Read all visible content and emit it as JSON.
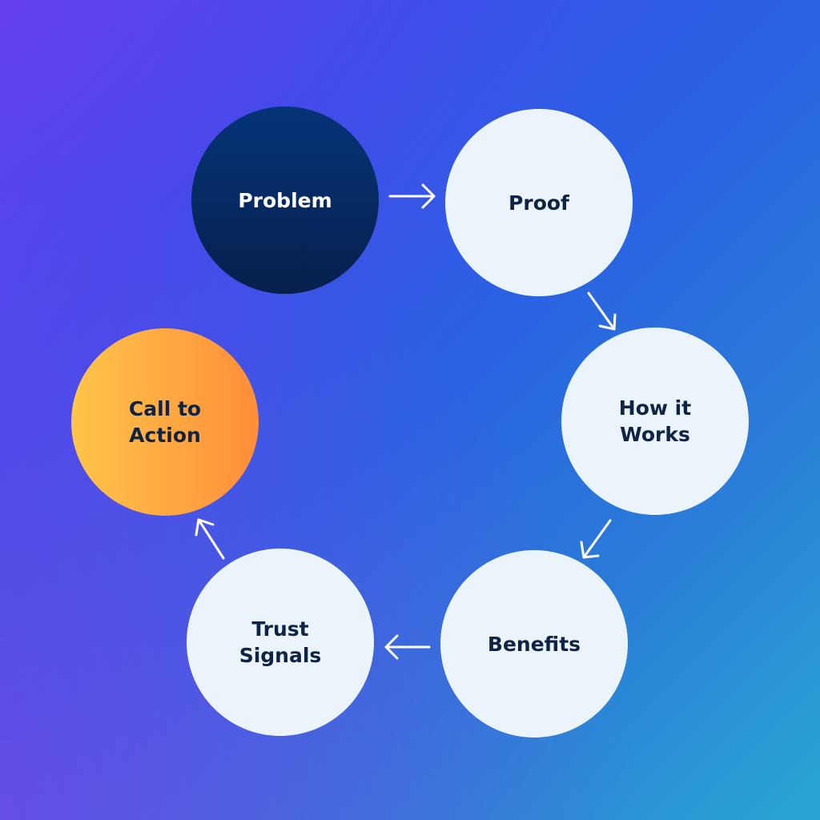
{
  "diagram": {
    "steps": [
      {
        "id": "problem",
        "label": "Problem",
        "style": "dark"
      },
      {
        "id": "proof",
        "label": "Proof",
        "style": "light"
      },
      {
        "id": "how-it-works",
        "label": "How it\nWorks",
        "style": "light"
      },
      {
        "id": "benefits",
        "label": "Benefits",
        "style": "light"
      },
      {
        "id": "trust-signals",
        "label": "Trust\nSignals",
        "style": "light"
      },
      {
        "id": "call-to-action",
        "label": "Call to\nAction",
        "style": "accent"
      }
    ],
    "colors": {
      "light_node": "#eaf4fa",
      "dark_node": "#071f4c",
      "accent_start": "#ffc54a",
      "accent_end": "#ff8e3a",
      "text_dark": "#0f2346",
      "arrow": "#ffffff"
    }
  }
}
